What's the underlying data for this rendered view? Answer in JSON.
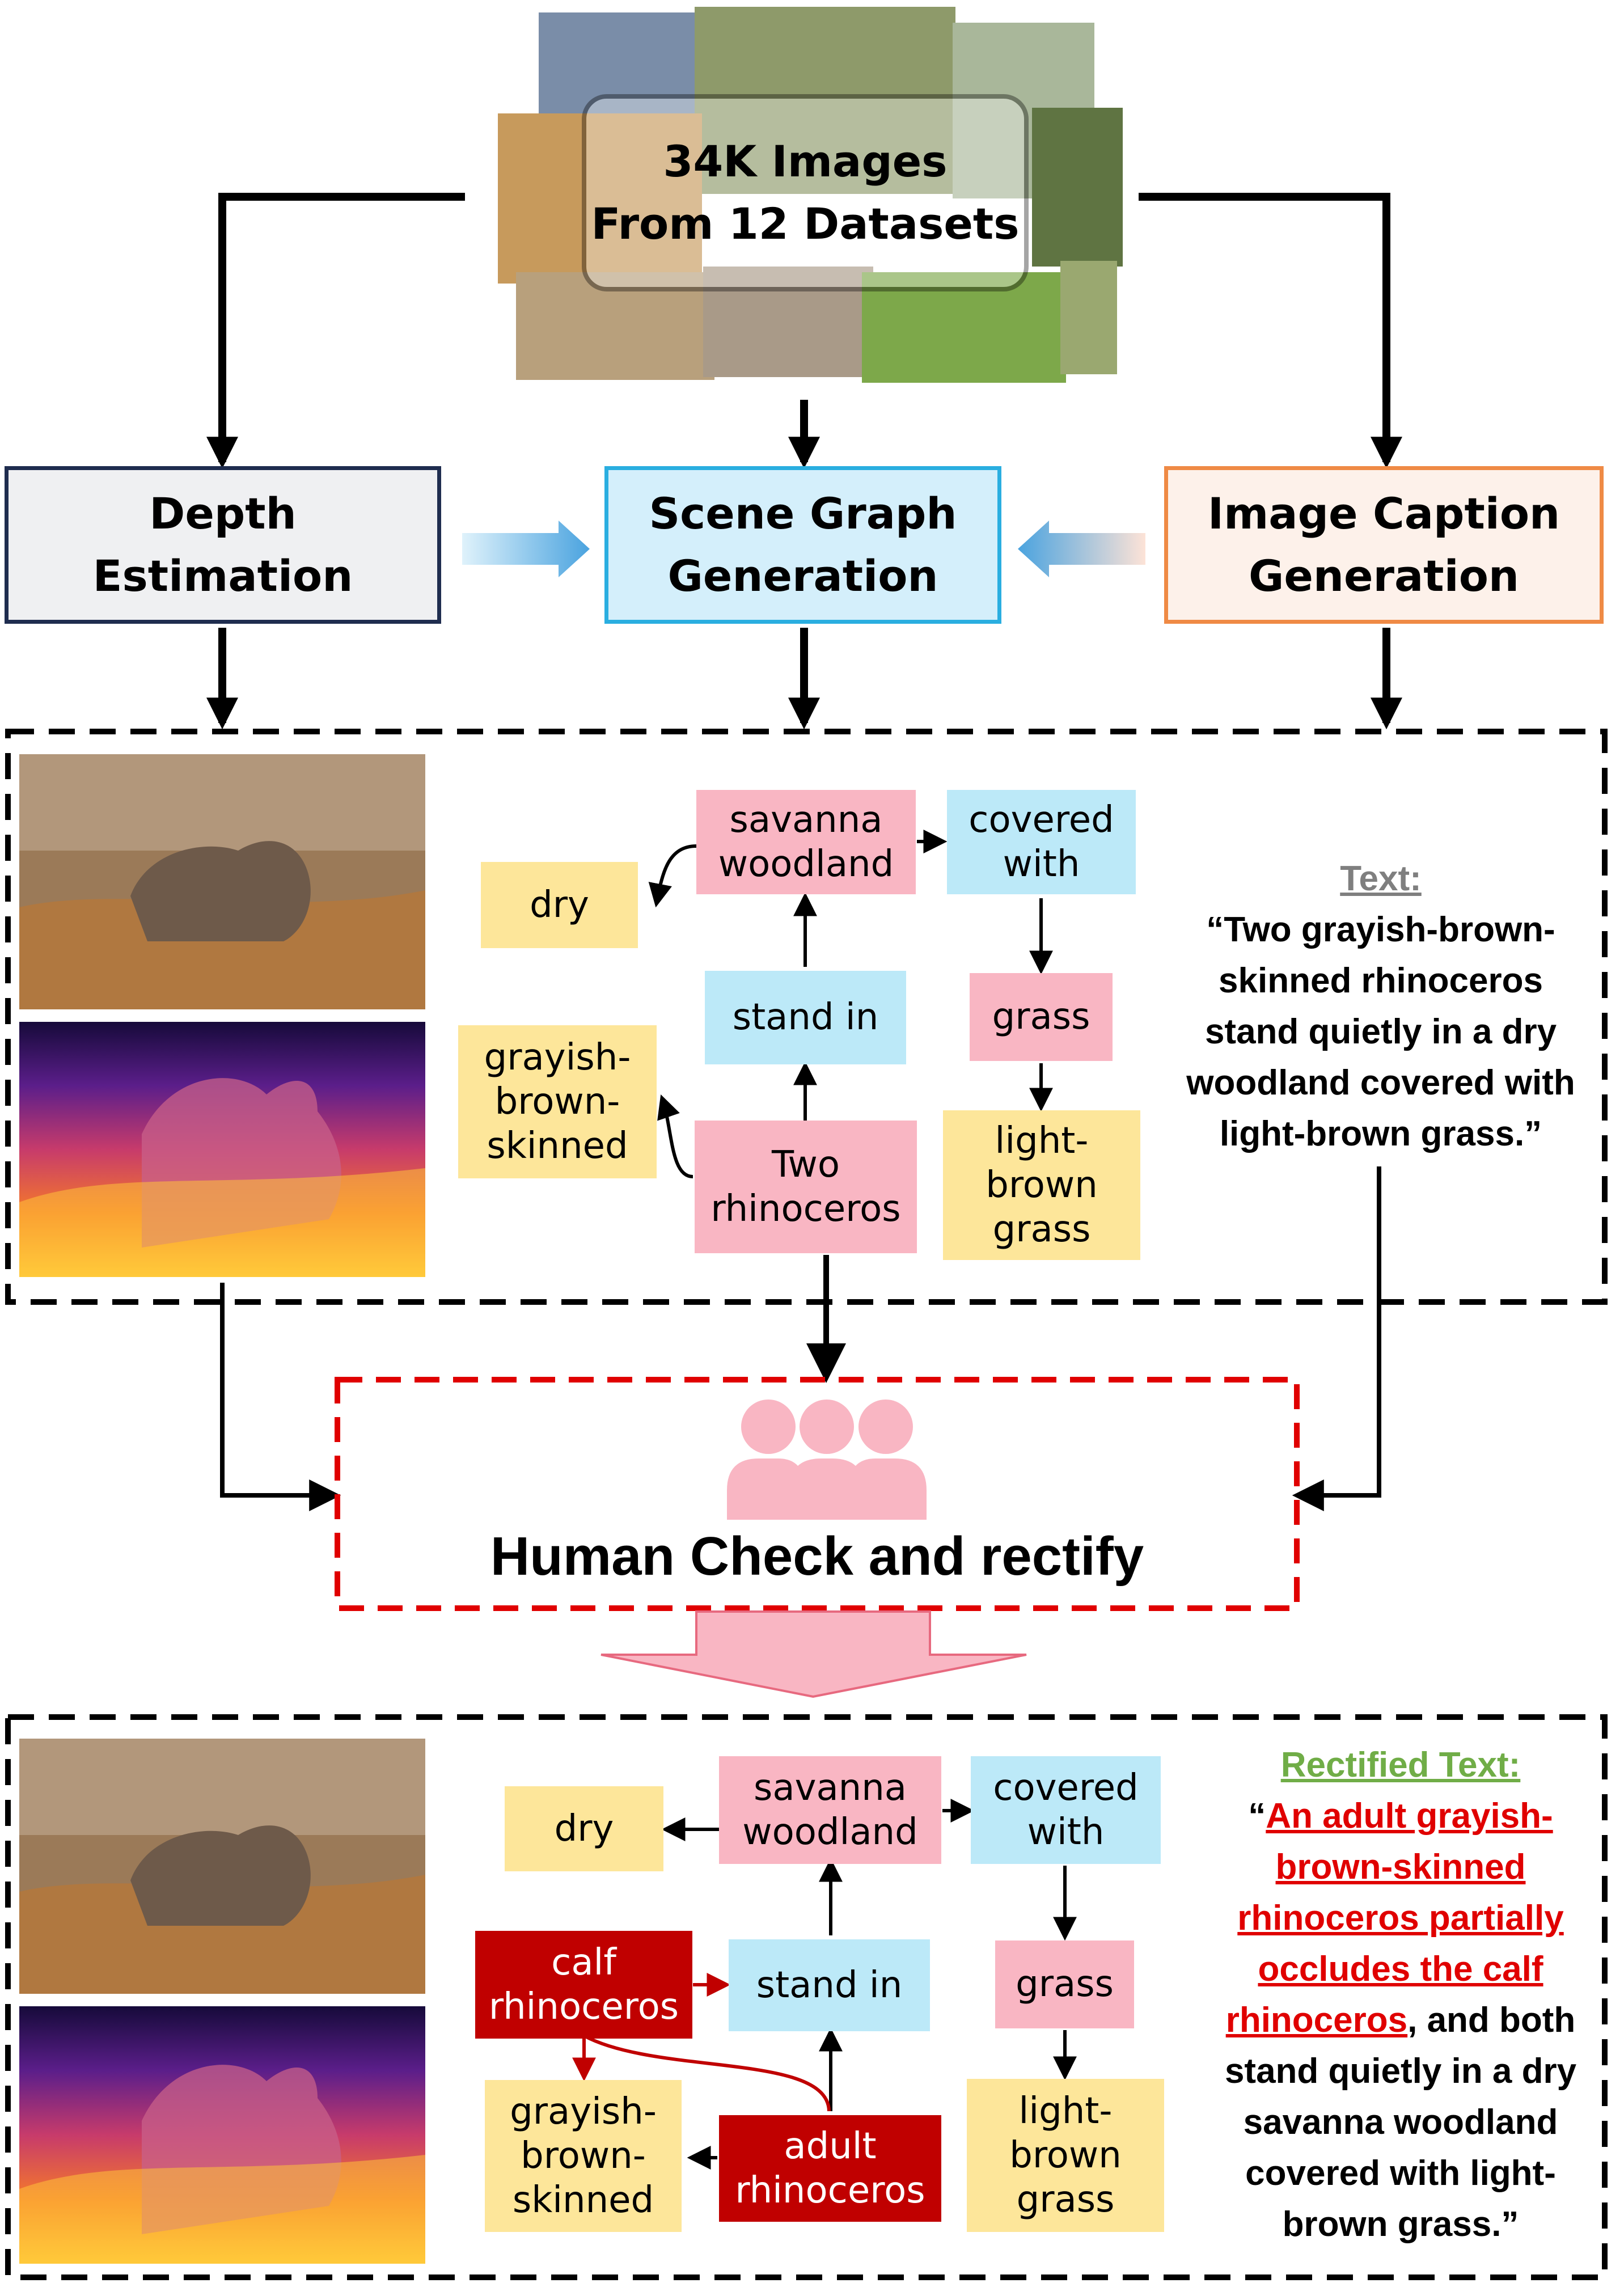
{
  "source": {
    "label": "34K Images\nFrom 12 Datasets"
  },
  "stages": {
    "depth": "Depth\nEstimation",
    "scene_graph": "Scene Graph\nGeneration",
    "caption": "Image Caption\nGeneration"
  },
  "graph_before": {
    "dry": "dry",
    "savanna": "savanna\nwoodland",
    "covered": "covered\nwith",
    "grayish": "grayish-\nbrown-\nskinned",
    "stand_in": "stand in",
    "grass": "grass",
    "two_rhino": "Two\nrhinoceros",
    "light_brown": "light-\nbrown\ngrass"
  },
  "text_before": {
    "heading": "Text:",
    "lines": [
      "“Two grayish-brown-",
      "skinned rhinoceros",
      "stand quietly in a dry",
      "woodland covered with",
      "light-brown grass.”"
    ]
  },
  "human_check": {
    "label": "Human Check and rectify"
  },
  "graph_after": {
    "dry": "dry",
    "savanna": "savanna\nwoodland",
    "covered": "covered\nwith",
    "calf": "calf\nrhinoceros",
    "stand_in": "stand in",
    "grass": "grass",
    "grayish": "grayish-\nbrown-\nskinned",
    "adult": "adult\nrhinoceros",
    "light_brown": "light-\nbrown\ngrass"
  },
  "text_after": {
    "heading": "Rectified Text:",
    "open_quote": "“",
    "red_1": "An adult grayish-",
    "red_2": "brown-skinned",
    "red_3": "rhinoceros partially",
    "red_4": "occludes the calf",
    "red_5": "rhinoceros",
    "line_5_tail": ", and both",
    "line_6": "stand quietly in a dry",
    "line_7": "savanna woodland",
    "line_8": "covered with light-",
    "line_9": "brown grass.”"
  },
  "colors": {
    "depth_border": "#1f2d4f",
    "depth_fill": "#eff0f2",
    "scene_border": "#2aaee0",
    "scene_fill": "#d4effb",
    "caption_border": "#ef8a45",
    "caption_fill": "#fdf1ea",
    "attribute": "#fde69a",
    "entity": "#f9b6c3",
    "relation": "#bce9f8",
    "highlight": "#c00000",
    "human_icon": "#f9b6c3",
    "rectified_heading": "#70ad47",
    "red_text": "#e00000"
  },
  "icons": [
    "people-icon",
    "flow-arrow",
    "down-arrow"
  ]
}
